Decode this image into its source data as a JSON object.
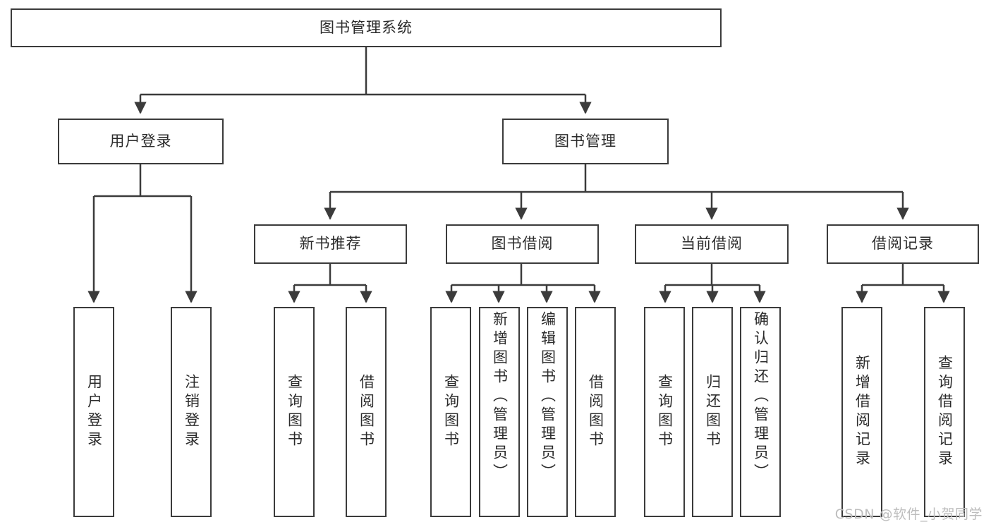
{
  "diagram": {
    "type": "tree",
    "title": "图书管理系统",
    "watermark": "CSDN @软件_小贺同学",
    "colors": {
      "box_border": "#3b3b3b",
      "box_fill": "#ffffff",
      "line": "#3b3b3b",
      "text": "#2b2b2b",
      "watermark": "#bdbdbd",
      "background": "#ffffff"
    },
    "root": {
      "label": "图书管理系统",
      "orientation": "horizontal"
    },
    "level2": [
      {
        "label": "用户登录",
        "orientation": "horizontal"
      },
      {
        "label": "图书管理",
        "orientation": "horizontal"
      }
    ],
    "level3": [
      {
        "label": "新书推荐",
        "orientation": "horizontal"
      },
      {
        "label": "图书借阅",
        "orientation": "horizontal"
      },
      {
        "label": "当前借阅",
        "orientation": "horizontal"
      },
      {
        "label": "借阅记录",
        "orientation": "horizontal"
      }
    ],
    "leaves": {
      "user_login": [
        {
          "label": "用户登录",
          "orientation": "vertical"
        },
        {
          "label": "注销登录",
          "orientation": "vertical"
        }
      ],
      "new_book_recommend": [
        {
          "label": "查询图书",
          "orientation": "vertical"
        },
        {
          "label": "借阅图书",
          "orientation": "vertical"
        }
      ],
      "book_borrow": [
        {
          "label": "查询图书",
          "orientation": "vertical"
        },
        {
          "label": "新增图书（管理员）",
          "orientation": "vertical"
        },
        {
          "label": "编辑图书（管理员）",
          "orientation": "vertical"
        },
        {
          "label": "借阅图书",
          "orientation": "vertical"
        }
      ],
      "current_borrow": [
        {
          "label": "查询图书",
          "orientation": "vertical"
        },
        {
          "label": "归还图书",
          "orientation": "vertical"
        },
        {
          "label": "确认归还（管理员）",
          "orientation": "vertical"
        }
      ],
      "borrow_record": [
        {
          "label": "新增借阅记录",
          "orientation": "vertical"
        },
        {
          "label": "查询借阅记录",
          "orientation": "vertical"
        }
      ]
    }
  }
}
